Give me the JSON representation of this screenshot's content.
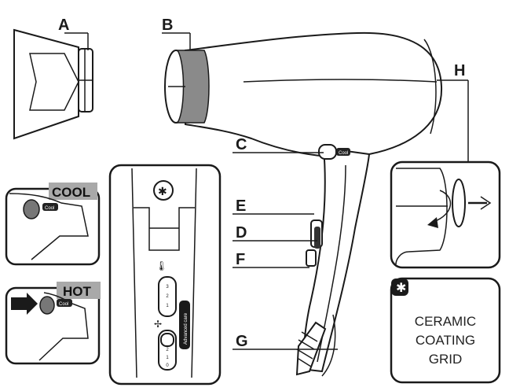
{
  "labels": {
    "a": "A",
    "b": "B",
    "c": "C",
    "d": "D",
    "e": "E",
    "f": "F",
    "g": "G",
    "h": "H"
  },
  "insets": {
    "cool_tag": "COOL",
    "hot_tag": "HOT",
    "cool_button_text": "Cool",
    "hot_button_text": "Cool"
  },
  "handle_button_text": "Cool",
  "switch_panel": {
    "heat_positions": [
      "3",
      "2",
      "1"
    ],
    "speed_positions": [
      "2",
      "1",
      "0"
    ],
    "advanced_label": "Advanced care",
    "top_icon": "asterisk-icon",
    "heat_icon": "thermometer-icon",
    "speed_icon": "fan-icon"
  },
  "ceramic_panel": {
    "icon": "asterisk-icon",
    "lines": [
      "CERAMIC",
      "COATING",
      "GRID"
    ]
  },
  "colors": {
    "tag_bg": "#a9a9a9",
    "ring": "#8a8a8a",
    "line": "#1a1a1a"
  }
}
